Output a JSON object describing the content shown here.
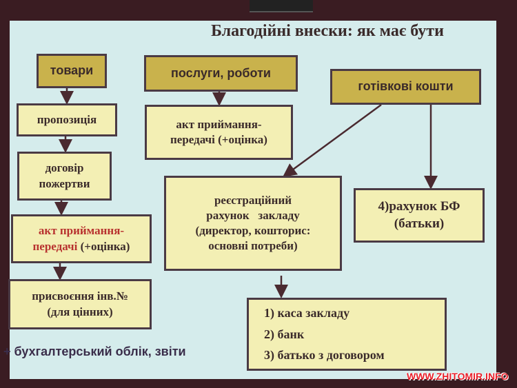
{
  "title": "Благодійні внески: як має бути",
  "columns": {
    "goods": {
      "header": "товари",
      "steps": [
        "пропозиція",
        [
          "договір",
          "пожертви"
        ],
        {
          "red": "акт приймання-",
          "red2": "передачі",
          "rest": " (+оцінка)"
        },
        [
          "присвоєння інв.№",
          "(для цінних)"
        ]
      ]
    },
    "services": {
      "header": "послуги, роботи",
      "step": [
        "акт приймання-",
        "передачі (+оцінка)"
      ]
    },
    "cash": {
      "header": "готівкові кошти",
      "registry": [
        "реєстраційний",
        "рахунок   закладу",
        "(директор, кошторис:",
        "основні потреби)"
      ],
      "fund": [
        "4)рахунок БФ",
        "(батьки)"
      ],
      "options": [
        "1) каса закладу",
        "2) банк",
        "3) батько з договором"
      ]
    }
  },
  "footnote": "+ бухгалтерський облік, звіти",
  "watermark": "WWW.ZHITOMIR.INFO",
  "colors": {
    "header_box": "#c9b24c",
    "step_box": "#f3efb4",
    "slide": "#d5ecec",
    "highlight": "#b8322f"
  }
}
